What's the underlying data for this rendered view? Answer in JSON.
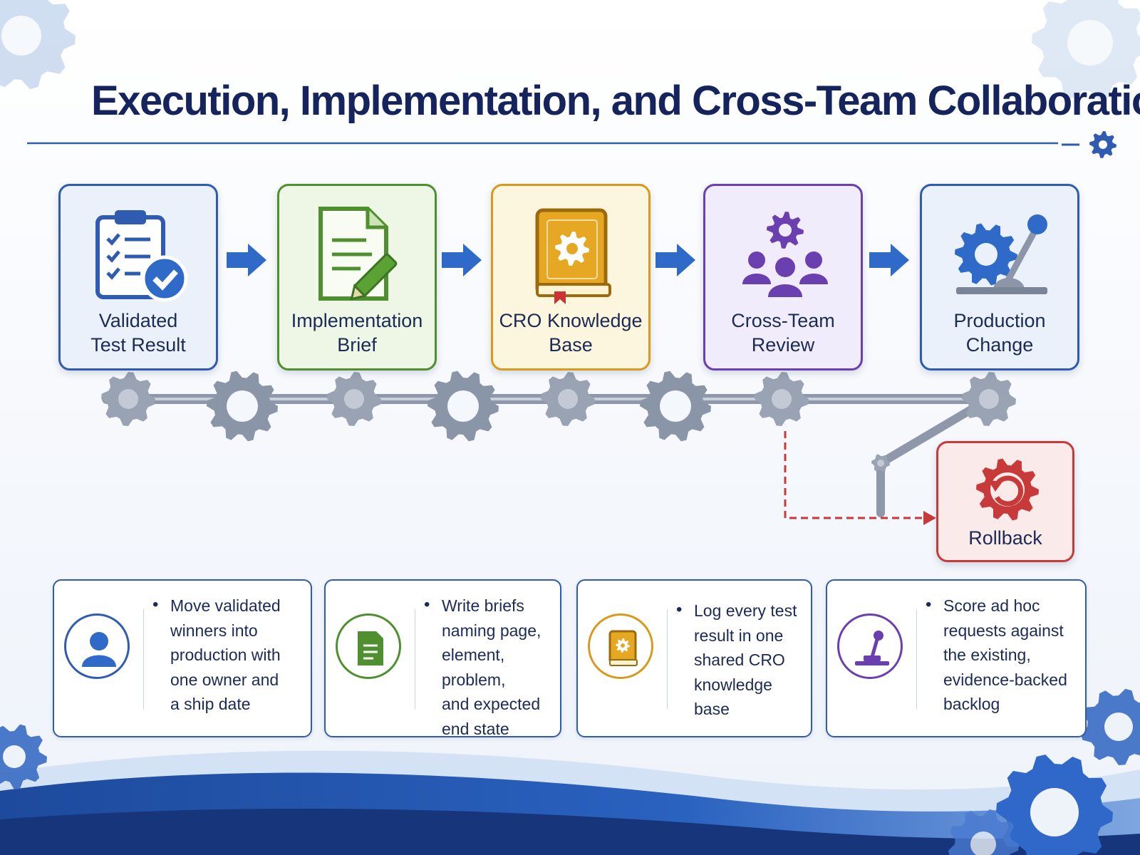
{
  "title": "Execution, Implementation, and Cross-Team Collaboration",
  "steps": [
    {
      "label": "Validated\nTest Result",
      "icon": "clipboard-check-icon",
      "color": "#2f5bb0"
    },
    {
      "label": "Implementation\nBrief",
      "icon": "document-pencil-icon",
      "color": "#4f8f2f"
    },
    {
      "label": "CRO Knowledge\nBase",
      "icon": "knowledge-book-icon",
      "color": "#d79a1c"
    },
    {
      "label": "Cross-Team\nReview",
      "icon": "team-gear-icon",
      "color": "#6a3fb0"
    },
    {
      "label": "Production\nChange",
      "icon": "gear-lever-icon",
      "color": "#2f5bb0"
    }
  ],
  "rollback": {
    "label": "Rollback",
    "icon": "rollback-gear-icon",
    "color": "#c83a3a"
  },
  "notes": [
    {
      "text": "Move validated\nwinners into\nproduction with\none owner and\na ship date",
      "icon": "person-icon",
      "color": "#2f5bb0"
    },
    {
      "text": "Write briefs\nnaming page,\nelement, problem,\nand expected\nend state",
      "icon": "document-icon",
      "color": "#4f8f2f"
    },
    {
      "text": "Log every test\nresult in one\nshared CRO\nknowledge base",
      "icon": "knowledge-book-icon",
      "color": "#d79a1c"
    },
    {
      "text": "Score ad hoc\nrequests against\nthe existing,\nevidence-backed\nbacklog",
      "icon": "lever-icon",
      "color": "#6a3fb0"
    }
  ]
}
